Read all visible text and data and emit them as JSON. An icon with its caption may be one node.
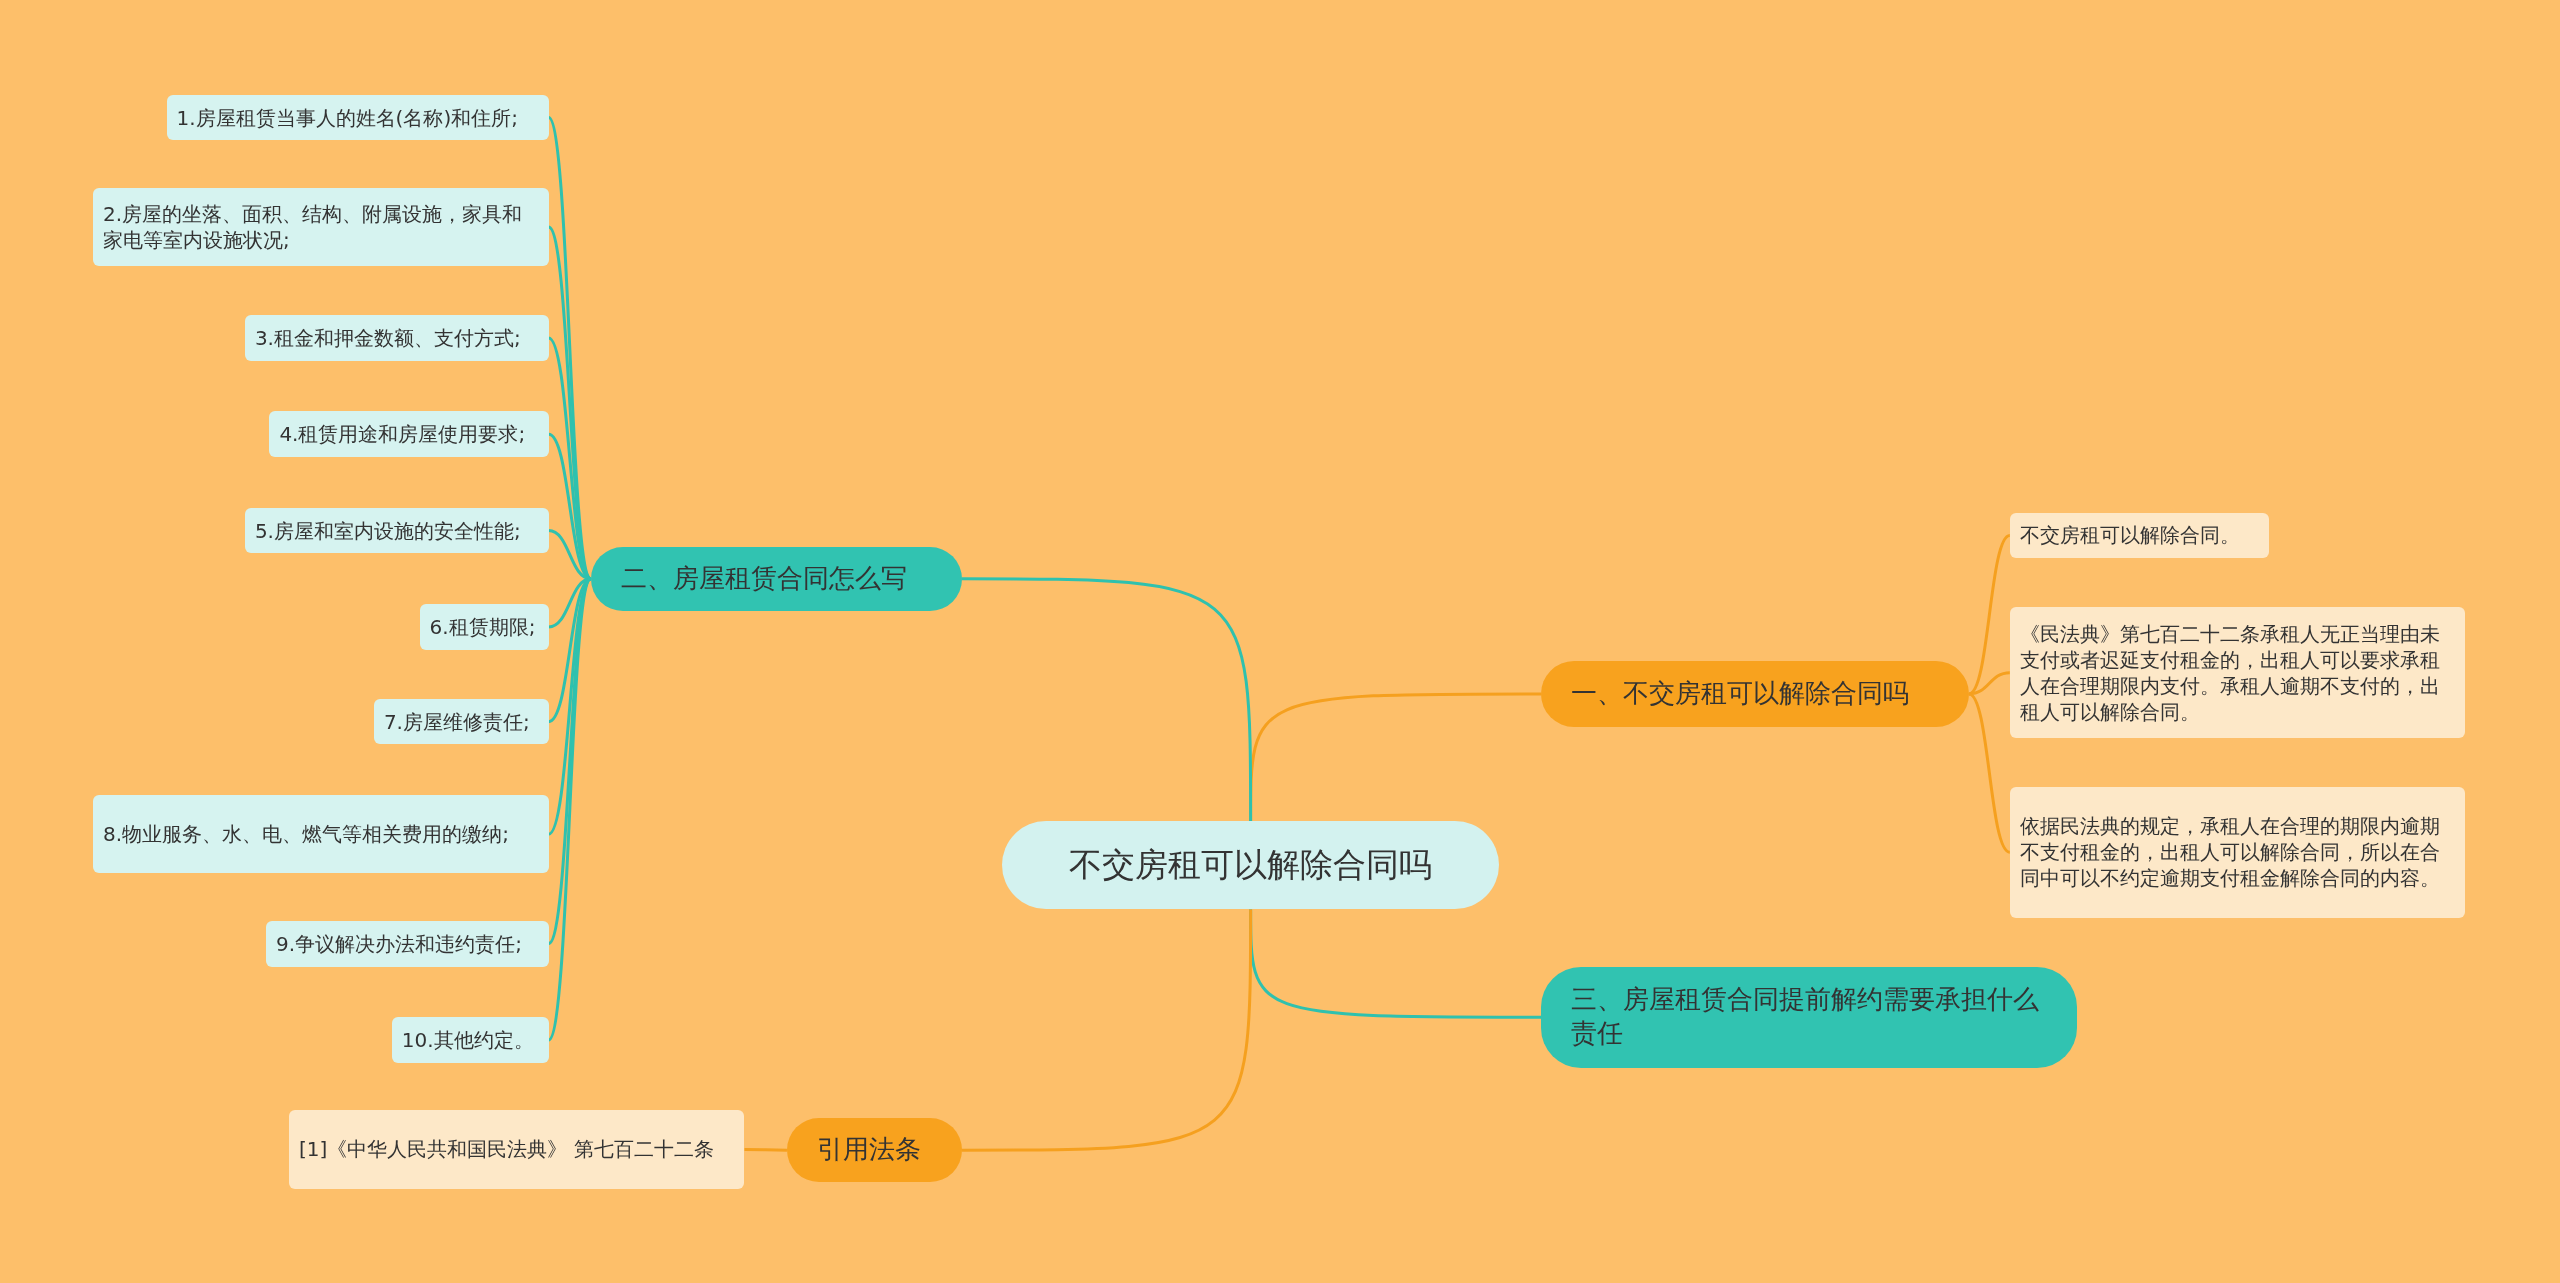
{
  "diagram": {
    "nodes": [
      {
        "text": [
          "不交房租可以解除合同吗"
        ]
      },
      {
        "text": [
          "一、不交房租可以解除合同吗"
        ]
      },
      {
        "text": [
          "不交房租可以解除合同。"
        ]
      },
      {
        "text": [
          "《民法典》第七百二十二条承租人无正当理由未支付或者迟延支付租金的，出租人可以要求承租人在合理期限内支付。承租人逾期不支付的，出租人可以解除合同。"
        ]
      },
      {
        "text": [
          "依据民法典的规定，承租人在合理的期限内逾期不支付租金的，出租人可以解除合同，所以在合同中可以不约定逾期支付租金解除合同的内容。"
        ]
      },
      {
        "text": [
          "二、房屋租赁合同怎么写"
        ]
      },
      {
        "text": [
          "1.房屋租赁当事人的姓名(名称)和住所;"
        ]
      },
      {
        "text": [
          "2.房屋的坐落、面积、结构、附属设施，家具和家电等室内设施状况;"
        ]
      },
      {
        "text": [
          "3.租金和押金数额、支付方式;"
        ]
      },
      {
        "text": [
          "4.租赁用途和房屋使用要求;"
        ]
      },
      {
        "text": [
          "5.房屋和室内设施的安全性能;"
        ]
      },
      {
        "text": [
          "6.租赁期限;"
        ]
      },
      {
        "text": [
          "7.房屋维修责任;"
        ]
      },
      {
        "text": [
          "8.物业服务、水、电、燃气等相关费用的缴纳;"
        ]
      },
      {
        "text": [
          "9.争议解决办法和违约责任;"
        ]
      },
      {
        "text": [
          "10.其他约定。"
        ]
      },
      {
        "text": [
          "三、房屋租赁合同提前解约需要承担什么责任"
        ]
      },
      {
        "text": [
          "引用法条"
        ]
      },
      {
        "text": [
          "[1]《中华人民共和国民法典》 第七百二十二条"
        ]
      }
    ],
    "edges": [
      {
        "from": 0,
        "to": 1,
        "arrow": "none",
        "color": "#f5a01f"
      },
      {
        "from": 0,
        "to": 5,
        "arrow": "none",
        "color": "#2fc1ae"
      },
      {
        "from": 0,
        "to": 16,
        "arrow": "none",
        "color": "#2fc1ae"
      },
      {
        "from": 0,
        "to": 17,
        "arrow": "none",
        "color": "#f5a01f"
      },
      {
        "from": 1,
        "to": 2,
        "arrow": "none",
        "color": "#f5a01f"
      },
      {
        "from": 1,
        "to": 3,
        "arrow": "none",
        "color": "#f5a01f"
      },
      {
        "from": 1,
        "to": 4,
        "arrow": "none",
        "color": "#f5a01f"
      },
      {
        "from": 5,
        "to": 6,
        "arrow": "none",
        "color": "#2fc1ae"
      },
      {
        "from": 5,
        "to": 7,
        "arrow": "none",
        "color": "#2fc1ae"
      },
      {
        "from": 5,
        "to": 8,
        "arrow": "none",
        "color": "#2fc1ae"
      },
      {
        "from": 5,
        "to": 9,
        "arrow": "none",
        "color": "#2fc1ae"
      },
      {
        "from": 5,
        "to": 10,
        "arrow": "none",
        "color": "#2fc1ae"
      },
      {
        "from": 5,
        "to": 11,
        "arrow": "none",
        "color": "#2fc1ae"
      },
      {
        "from": 5,
        "to": 12,
        "arrow": "none",
        "color": "#2fc1ae"
      },
      {
        "from": 5,
        "to": 13,
        "arrow": "none",
        "color": "#2fc1ae"
      },
      {
        "from": 5,
        "to": 14,
        "arrow": "none",
        "color": "#2fc1ae"
      },
      {
        "from": 5,
        "to": 15,
        "arrow": "none",
        "color": "#2fc1ae"
      },
      {
        "from": 17,
        "to": 18,
        "arrow": "none",
        "color": "#f5a01f"
      }
    ]
  }
}
